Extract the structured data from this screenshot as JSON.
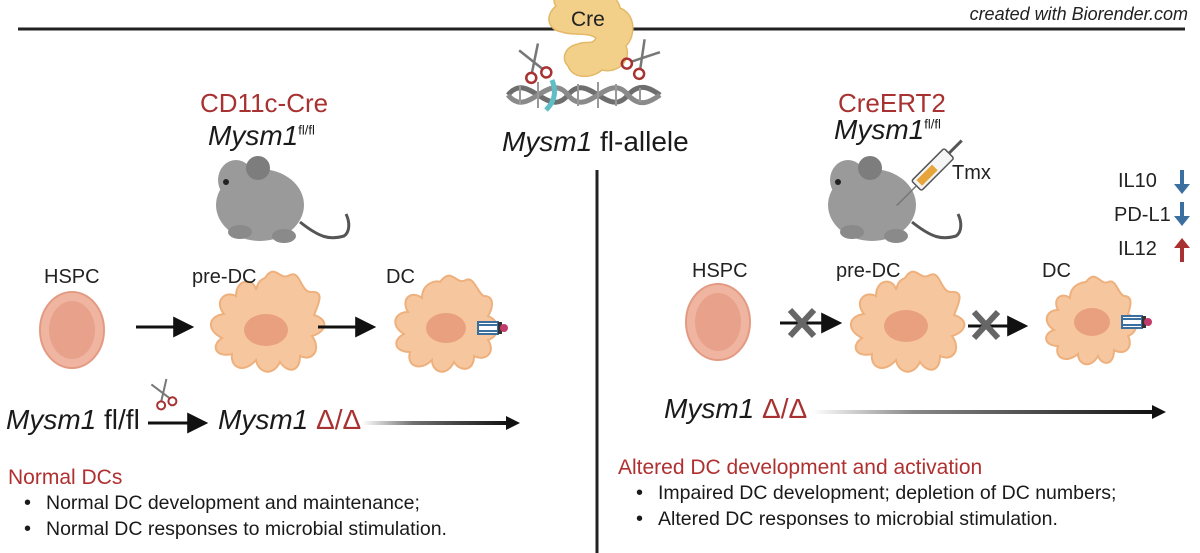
{
  "credit": "created with Biorender.com",
  "center": {
    "enzyme_label": "Cre",
    "allele_gene": "Mysm1",
    "allele_suffix": " fl-allele"
  },
  "left": {
    "model_label": "CD11c-Cre",
    "genotype_gene": "Mysm1",
    "genotype_sup": "fl/fl",
    "cells": [
      "HSPC",
      "pre-DC",
      "DC"
    ],
    "allele_start_gene": "Mysm1",
    "allele_start_suffix": " fl/fl",
    "allele_end_gene": "Mysm1",
    "allele_end_delta": " Δ/Δ",
    "summary_title": "Normal DCs",
    "bullets": [
      "Normal DC development and  maintenance;",
      "Normal DC responses to microbial stimulation."
    ]
  },
  "right": {
    "model_label": "CreERT2",
    "genotype_gene": "Mysm1",
    "genotype_sup": "fl/fl",
    "injection_label": "Tmx",
    "cytokines": [
      {
        "name": "IL10",
        "direction": "down",
        "color": "#3b6fa0"
      },
      {
        "name": "PD-L1",
        "direction": "down",
        "color": "#3b6fa0"
      },
      {
        "name": "IL12",
        "direction": "up",
        "color": "#a83232"
      }
    ],
    "cells": [
      "HSPC",
      "pre-DC",
      "DC"
    ],
    "allele_gene": "Mysm1",
    "allele_delta": " Δ/Δ",
    "summary_title": "Altered DC development and activation",
    "bullets": [
      "Impaired DC development; depletion of DC numbers;",
      "Altered DC responses to microbial stimulation."
    ]
  },
  "colors": {
    "cell_fill": "#f6c79e",
    "cell_nucleus": "#e9a07f",
    "hspc_fill": "#f0b5a0",
    "mouse": "#9a9a9a",
    "accent_red": "#a83232",
    "dna": "#6e6e6e",
    "cre": "#f2d08a"
  }
}
